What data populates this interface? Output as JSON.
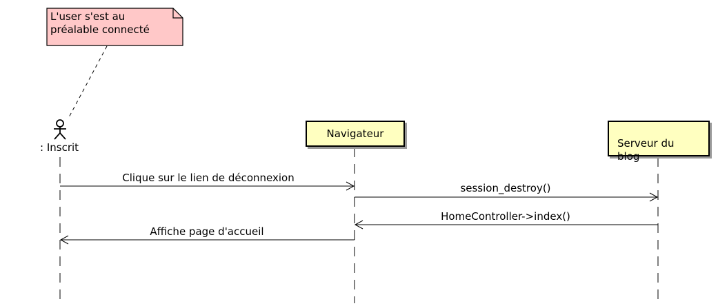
{
  "note": {
    "text": "L'user s'est au\npréalable connecté"
  },
  "actor": {
    "label": ": Inscrit"
  },
  "lifelines": {
    "navigateur": "Navigateur",
    "serveur": "Serveur du\nblog"
  },
  "messages": {
    "m1": "Clique sur le lien de déconnexion",
    "m2": "session_destroy()",
    "m3": "HomeController->index()",
    "m4": "Affiche page d'accueil"
  },
  "colors": {
    "note_fill": "#ffc8c8",
    "lifeline_fill": "#ffffc0"
  }
}
